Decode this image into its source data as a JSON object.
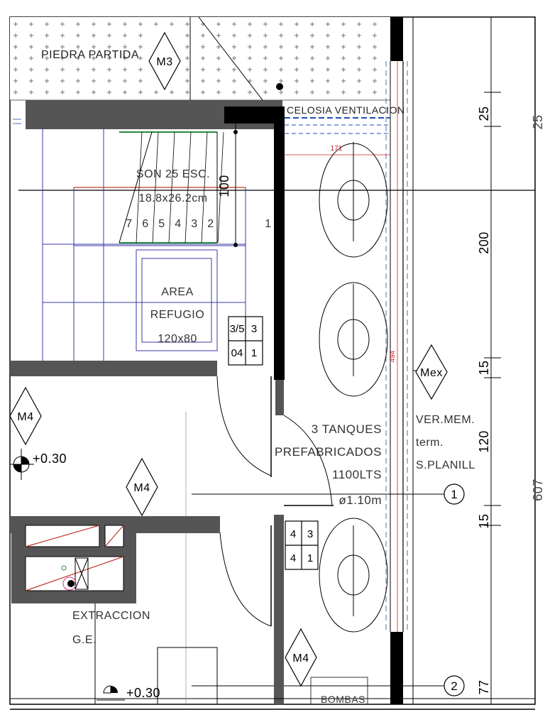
{
  "plan": {
    "labels": {
      "gravel": "PIEDRA PARTIDA",
      "louver": "CELOSIA VENTILACION",
      "stairs_line1": "SON 25 ESC.",
      "stairs_line2": "18.8x26.2cm",
      "stair_dim": "100",
      "area_line1": "AREA",
      "area_line2": "REFUGIO",
      "area_line3": "120x80",
      "tanks_line1": "3 TANQUES",
      "tanks_line2": "PREFABRICADOS",
      "tanks_line3": "1100LTS",
      "tanks_line4": "ø1.10m",
      "note_line1": "VER.MEM.",
      "note_line2": "term.",
      "note_line3": "S.PLANILL",
      "extraction_line1": "EXTRACCION",
      "extraction_line2": "G.E.",
      "pumps": "BOMBAS",
      "level_1": "+0.30",
      "level_2": "+0.30",
      "dim_red_1": "171",
      "dim_red_2": "494"
    },
    "step_numbers": [
      "7",
      "6",
      "5",
      "4",
      "3",
      "2",
      "1"
    ],
    "markers": {
      "m3": "M3",
      "m4_left": "M4",
      "m4_center": "M4",
      "m4_bottom": "M4",
      "mex": "Mex"
    },
    "grid_axes": [
      "1",
      "2"
    ],
    "right_dimensions": [
      "25",
      "200",
      "15",
      "120",
      "15",
      "77"
    ],
    "partial_dimensions": [
      "25",
      "607"
    ],
    "table_top": [
      [
        "3/5",
        "3"
      ],
      [
        "04",
        "1"
      ]
    ],
    "table_bottom": [
      [
        "4",
        "3"
      ],
      [
        "4",
        "1"
      ]
    ]
  }
}
